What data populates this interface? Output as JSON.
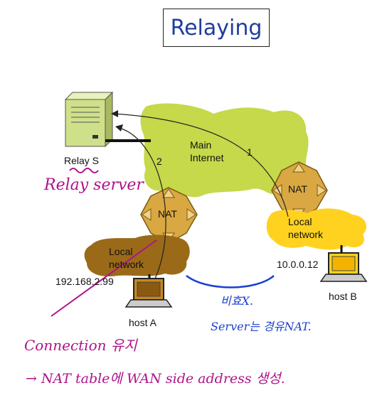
{
  "title": "Relaying",
  "diagram": {
    "relay_label": "Relay S",
    "internet_label_line1": "Main",
    "internet_label_line2": "Internet",
    "path_label_1": "1",
    "path_label_2": "2",
    "nat_a_label": "NAT",
    "nat_b_label": "NAT",
    "local_a_line1": "Local",
    "local_a_line2": "network",
    "local_b_line1": "Local",
    "local_b_line2": "network",
    "host_a_ip": "192.168.2.99",
    "host_b_ip": "10.0.0.12",
    "host_a_label": "host A",
    "host_b_label": "host B"
  },
  "annotations": {
    "relay_server_note": "Relay server",
    "middle_note_line1": "비효X.",
    "middle_note_line2": "Server는 경유NAT.",
    "connection_note": "Connection 유지",
    "bottom_note": "→ NAT table에 WAN side address 생성."
  },
  "colors": {
    "title": "#1f3e9c",
    "internet_cloud": "#c5d94a",
    "local_a_cloud": "#9a6a19",
    "local_b_cloud": "#ffd21f",
    "nat": "#d9a843",
    "server": "#cfe08a",
    "pen_magenta": "#b0128a",
    "pen_blue": "#1a3fd0"
  }
}
